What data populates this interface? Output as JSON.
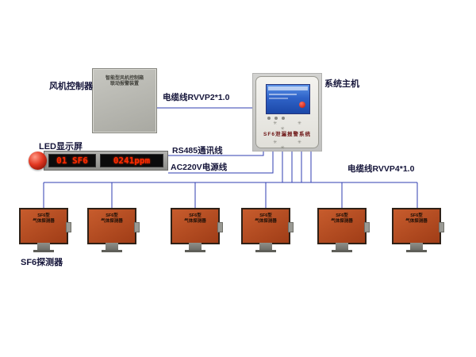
{
  "labels": {
    "fan_controller": "风机控制器",
    "system_host": "系统主机",
    "led_display": "LED显示屏",
    "sf6_detector": "SF6探测器",
    "cable_rvvp2": "电缆线RVVP2*1.0",
    "rs485_line": "RS485通讯线",
    "ac220v_line": "AC220V电源线",
    "cable_rvvp4": "电缆线RVVP4*1.0"
  },
  "fan_controller": {
    "text_line1": "智能型风机控制箱",
    "text_line2": "联动报警装置"
  },
  "host": {
    "name_plate": "SF6泄漏报警系统",
    "vents": "✳ ✳ ✳"
  },
  "led": {
    "channel": "01 SF6",
    "reading": "0241ppm"
  },
  "detector": {
    "model": "SF6型",
    "name": "气体探测器",
    "count": 6
  },
  "colors": {
    "wire": "#2f3db2",
    "detector_body": "#b04a1f",
    "led_text": "#ff2a00",
    "alarm_lamp": "#e23822",
    "host_screen": "#2f63c8"
  }
}
